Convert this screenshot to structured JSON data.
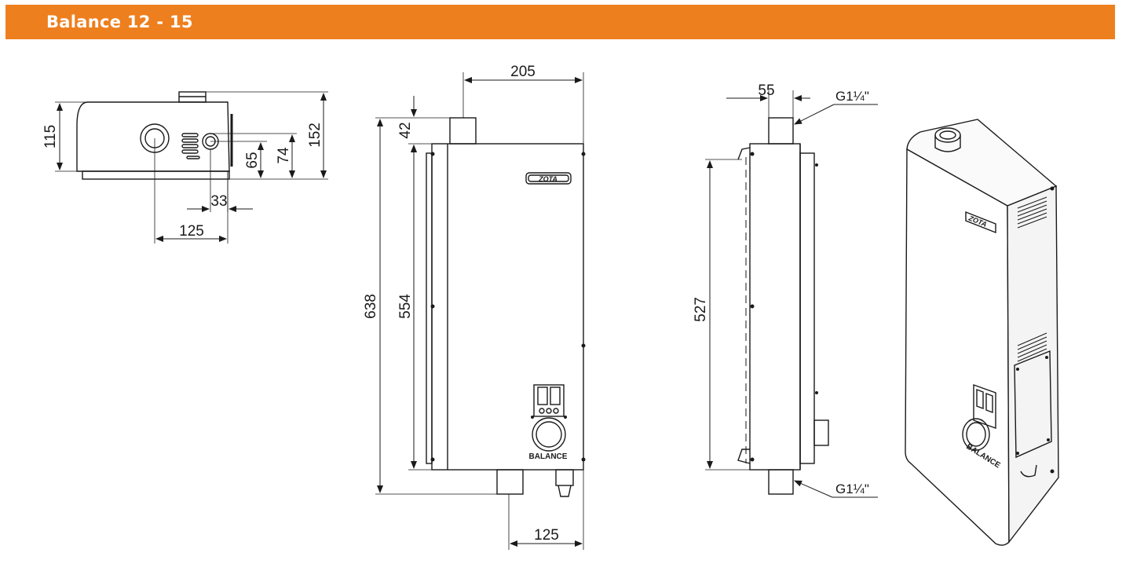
{
  "header": {
    "title": "Balance 12 - 15",
    "color": "#EE7F1E"
  },
  "top_view": {
    "dims": {
      "d115": "115",
      "d152": "152",
      "d65": "65",
      "d74": "74",
      "d33": "33",
      "d125": "125"
    }
  },
  "front_view": {
    "dims": {
      "d205": "205",
      "d42": "42",
      "d638": "638",
      "d554": "554",
      "d125": "125"
    },
    "brand": "ZOTA",
    "model_label": "BALANCE"
  },
  "side_view": {
    "dims": {
      "d55": "55",
      "d527": "527"
    },
    "thread_top": "G1¼\"",
    "thread_bottom": "G1¼\""
  },
  "iso_view": {
    "brand": "ZOTA",
    "model_label": "BALANCE"
  }
}
